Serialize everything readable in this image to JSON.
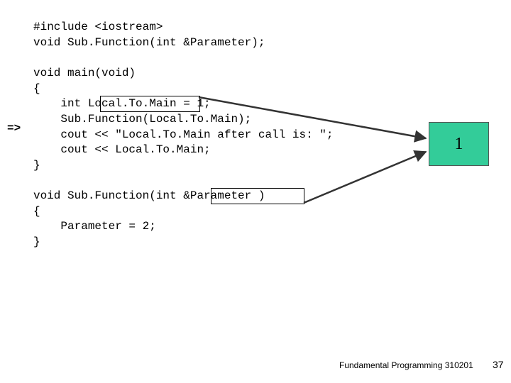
{
  "code": {
    "header": [
      "#include <iostream>",
      "void Sub.Function(int &Parameter);"
    ],
    "main_fn": [
      "void main(void)",
      "{",
      "    int Local.To.Main = 1;",
      "    Sub.Function(Local.To.Main);",
      "    cout << \"Local.To.Main after call is: \";",
      "    cout << Local.To.Main;",
      "}"
    ],
    "sub_fn": [
      "void Sub.Function(int &Parameter )",
      "{",
      "    Parameter = 2;",
      "}"
    ]
  },
  "current_line_marker": "=>",
  "memory_value": "1",
  "colors": {
    "value_box_fill": "#33cc99",
    "arrow": "#333333"
  },
  "footer": {
    "course": "Fundamental Programming 310201",
    "page_number": "37"
  }
}
